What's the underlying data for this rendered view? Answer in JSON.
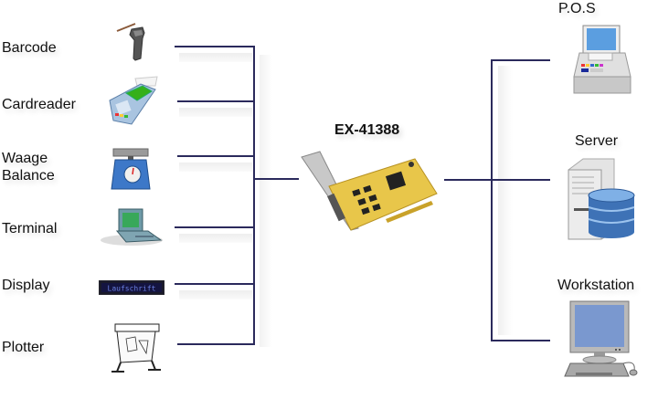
{
  "diagram": {
    "center": {
      "label": "EX-41388",
      "icon": "pci-serial-card-icon"
    },
    "left_devices": [
      {
        "label": "Barcode",
        "icon": "barcode-scanner-icon"
      },
      {
        "label": "Cardreader",
        "icon": "card-reader-icon"
      },
      {
        "label": "Waage\nBalance",
        "label_line1": "Waage",
        "label_line2": "Balance",
        "icon": "scale-icon"
      },
      {
        "label": "Terminal",
        "icon": "terminal-icon"
      },
      {
        "label": "Display",
        "icon": "led-display-icon",
        "display_text": "Laufschrift"
      },
      {
        "label": "Plotter",
        "icon": "plotter-icon"
      }
    ],
    "right_devices": [
      {
        "label": "P.O.S",
        "icon": "pos-register-icon"
      },
      {
        "label": "Server",
        "icon": "server-database-icon"
      },
      {
        "label": "Workstation",
        "icon": "workstation-computer-icon"
      }
    ],
    "colors": {
      "connector": "#2b2a5c"
    }
  }
}
